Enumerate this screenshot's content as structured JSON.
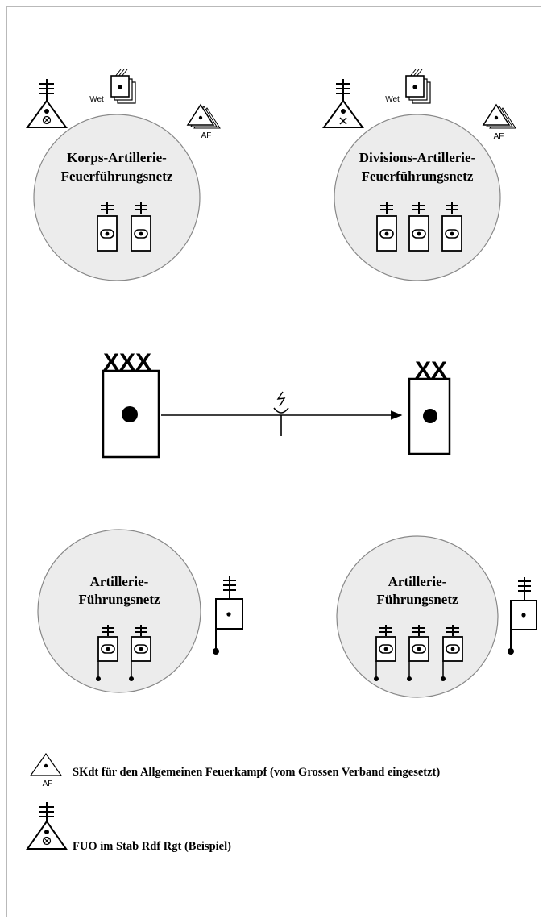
{
  "networks": {
    "korps": {
      "line1": "Korps-Artillerie-",
      "line2": "Feuerführungsnetz"
    },
    "division": {
      "line1": "Divisions-Artillerie-",
      "line2": "Feuerführungsnetz"
    },
    "art_left": {
      "line1": "Artillerie-",
      "line2": "Führungsnetz"
    },
    "art_right": {
      "line1": "Artillerie-",
      "line2": "Führungsnetz"
    }
  },
  "symbol_labels": {
    "weather": "Wet",
    "af": "AF"
  },
  "command": {
    "corps_echelon": "XXX",
    "division_echelon": "XX"
  },
  "legend": {
    "af_symbol_label": "AF",
    "af_text": "SKdt für den Allgemeinen Feuerkampf (vom Grossen Verband eingesetzt)",
    "fuo_text": "FUO im Stab Rdf Rgt (Beispiel)"
  },
  "colors": {
    "circle_fill": "#ececec",
    "circle_stroke": "#888888",
    "ink": "#000000"
  }
}
